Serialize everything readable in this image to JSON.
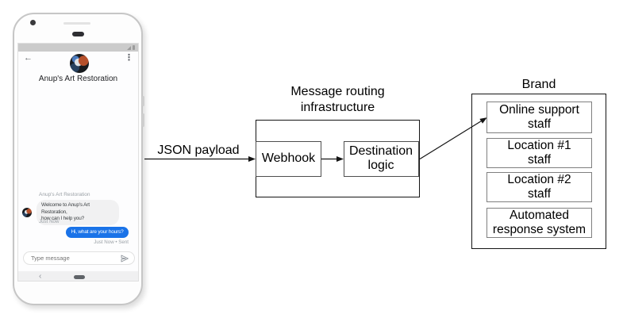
{
  "phone": {
    "status_bar": {
      "signal_icon": "signal-triangle",
      "battery_icon": "battery"
    },
    "header": {
      "back_icon": "←",
      "menu_icon": "⋮",
      "title": "Anup's Art Restoration"
    },
    "conversation": {
      "sender_label": "Anup's Art Restoration",
      "incoming": {
        "text": "Welcome to Anup's Art Restoration,\nhow can I help you?",
        "timestamp": "Just Now"
      },
      "outgoing": {
        "text": "Hi, what are your hours?",
        "timestamp": "Just Now • Sent"
      }
    },
    "composer": {
      "placeholder": "Type message",
      "send_icon": "send-arrow"
    },
    "navbar": {
      "back_icon": "‹",
      "home_icon": "home-pill"
    }
  },
  "diagram": {
    "payload_arrow_label": "JSON payload",
    "routing": {
      "title": "Message routing\ninfrastructure",
      "webhook": "Webhook",
      "destination": "Destination\nlogic"
    },
    "brand": {
      "title": "Brand",
      "channels": [
        "Online support\nstaff",
        "Location #1\nstaff",
        "Location #2\nstaff",
        "Automated\nresponse system"
      ]
    }
  },
  "colors": {
    "outgoing_bubble": "#1a73e8",
    "incoming_bubble": "#f1f1f2",
    "status_bar": "#cbcbcb",
    "diagram_border": "#141414",
    "inner_box_border": "#4e4e4e"
  }
}
